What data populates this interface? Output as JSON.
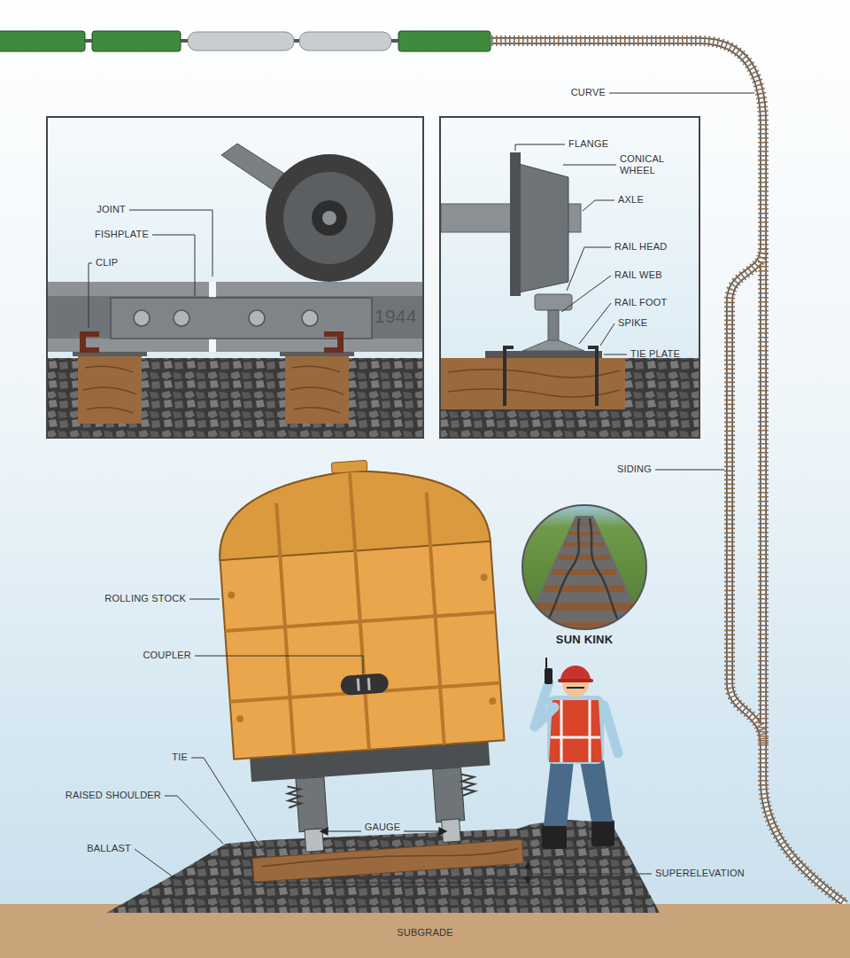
{
  "diagram": {
    "labels": [
      "CURVE",
      "JOINT",
      "FISHPLATE",
      "CLIP",
      "1944",
      "FLANGE",
      "CONICAL WHEEL",
      "AXLE",
      "RAIL HEAD",
      "RAIL WEB",
      "RAIL FOOT",
      "SPIKE",
      "TIE PLATE",
      "SIDING",
      "ROLLING STOCK",
      "SUN KINK",
      "COUPLER",
      "TIE",
      "GAUGE",
      "RAISED SHOULDER",
      "BALLAST",
      "SUPERELEVATION",
      "SUBGRADE"
    ]
  }
}
